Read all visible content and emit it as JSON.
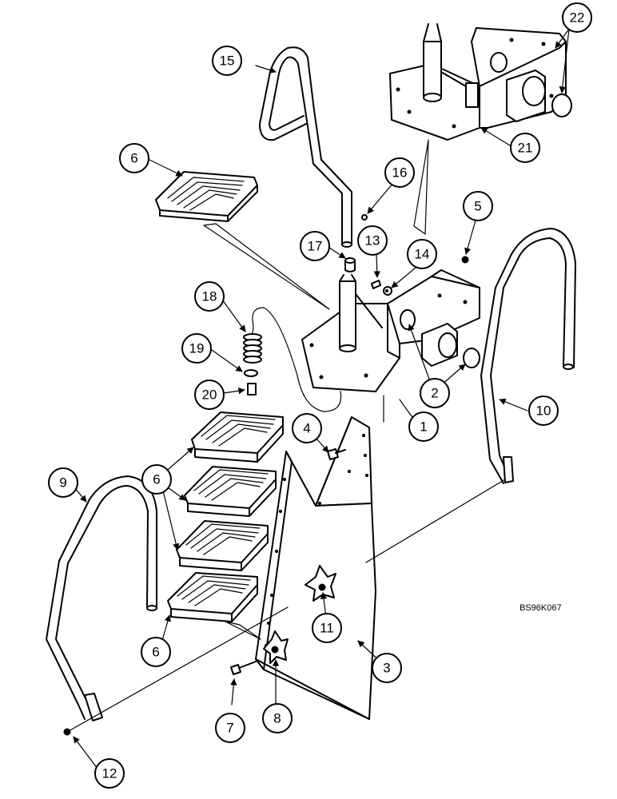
{
  "drawing_code": "BS96K067",
  "callouts": [
    "1",
    "2",
    "3",
    "4",
    "5",
    "6",
    "7",
    "8",
    "9",
    "10",
    "11",
    "12",
    "13",
    "14",
    "15",
    "16",
    "17",
    "18",
    "19",
    "20",
    "21",
    "22"
  ],
  "callout_labels": {
    "c1": "1",
    "c2": "2",
    "c3": "3",
    "c4": "4",
    "c5": "5",
    "c6a": "6",
    "c6b": "6",
    "c6c": "6",
    "c7": "7",
    "c8": "8",
    "c9": "9",
    "c10": "10",
    "c11": "11",
    "c12": "12",
    "c13": "13",
    "c14": "14",
    "c15": "15",
    "c16": "16",
    "c17": "17",
    "c18": "18",
    "c19": "19",
    "c20": "20",
    "c21": "21",
    "c22": "22"
  }
}
